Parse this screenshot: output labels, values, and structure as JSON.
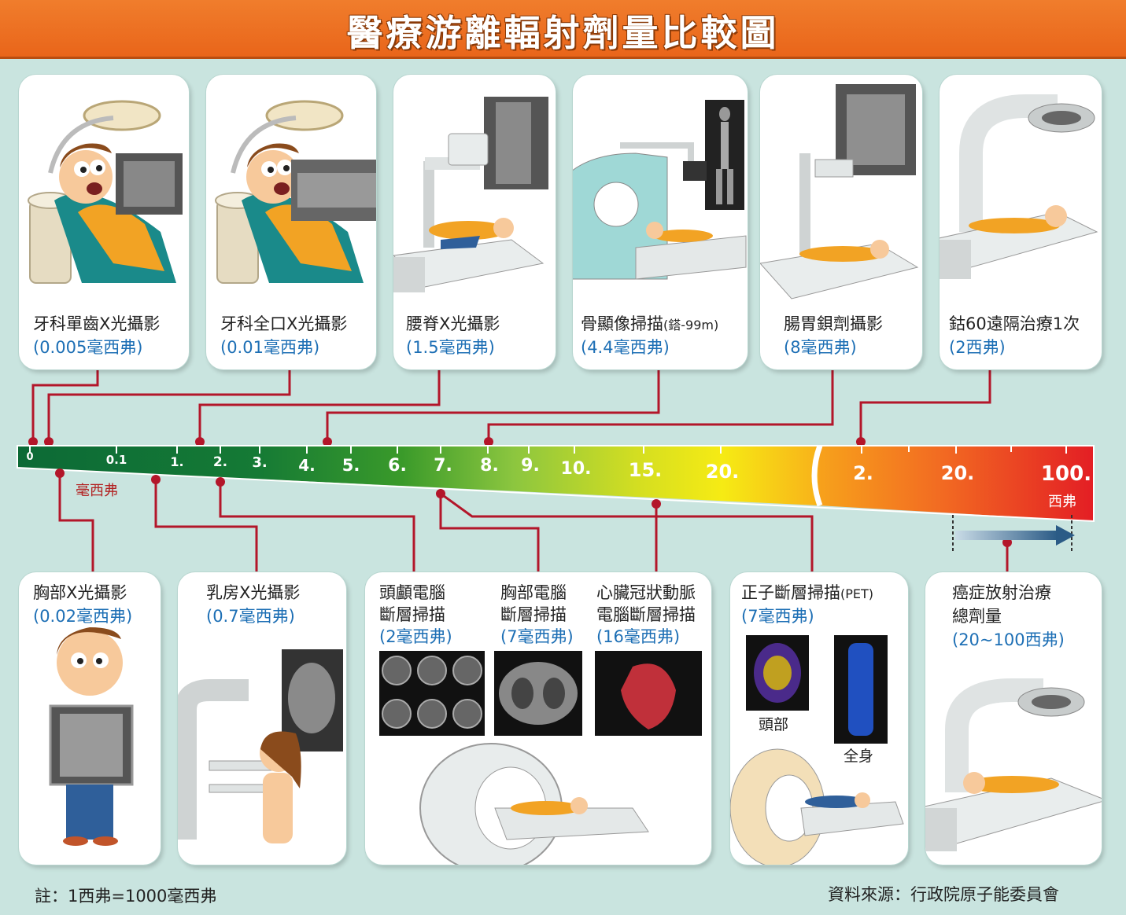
{
  "title": "醫療游離輻射劑量比較圖",
  "top_cards": [
    {
      "title": "牙科單齒X光攝影",
      "dose": "(0.005毫西弗)"
    },
    {
      "title": "牙科全口X光攝影",
      "dose": "(0.01毫西弗)"
    },
    {
      "title": "腰脊X光攝影",
      "dose": "(1.5毫西弗)"
    },
    {
      "title": "骨顯像掃描",
      "title_sub": "(鎝-99m)",
      "dose": "(4.4毫西弗)"
    },
    {
      "title": "腸胃鋇劑攝影",
      "dose": "(8毫西弗)"
    },
    {
      "title": "鈷60遠隔治療1次",
      "dose": "(2西弗)"
    }
  ],
  "bottom_cards": [
    {
      "title": "胸部X光攝影",
      "dose": "(0.02毫西弗)"
    },
    {
      "title": "乳房X光攝影",
      "dose": "(0.7毫西弗)"
    },
    {
      "title_1": "頭顱電腦",
      "title_2": "斷層掃描",
      "dose": "(2毫西弗)"
    },
    {
      "title_1": "胸部電腦",
      "title_2": "斷層掃描",
      "dose": "(7毫西弗)"
    },
    {
      "title_1": "心臟冠狀動脈",
      "title_2": "電腦斷層掃描",
      "dose": "(16毫西弗)"
    },
    {
      "title": "正子斷層掃描",
      "title_sub": "(PET)",
      "dose": "(7毫西弗)",
      "label_head": "頭部",
      "label_body": "全身"
    },
    {
      "title_1": "癌症放射治療",
      "title_2": "總劑量",
      "dose": "(20~100西弗)"
    }
  ],
  "scale": {
    "ticks_msv": [
      "0",
      "0.1",
      "1.",
      "2.",
      "3.",
      "4.",
      "5.",
      "6.",
      "7.",
      "8.",
      "9.",
      "10.",
      "15.",
      "20."
    ],
    "ticks_sv": [
      "2.",
      "20.",
      "100."
    ],
    "unit_msv": "毫西弗",
    "unit_sv": "西弗"
  },
  "note": "註：1西弗=1000毫西弗",
  "source": "資料來源：行政院原子能委員會",
  "colors": {
    "header": "#ec6f20",
    "background": "#c9e4df",
    "accent_line": "#b3162a",
    "dose_text": "#1d6fb5"
  }
}
